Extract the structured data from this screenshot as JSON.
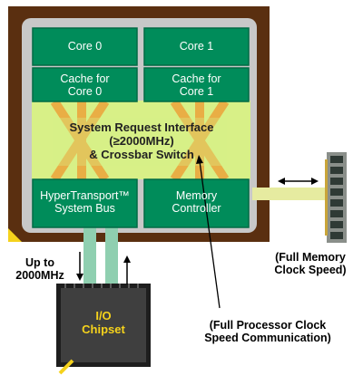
{
  "colors": {
    "package": "#5a2f10",
    "die": "#c8c8c8",
    "block": "#008c5a",
    "crossbar": "#d8f087",
    "connector_orange": "#e9ae45",
    "memory_bus": "#e6eba0",
    "ht_link": "#8fcfb0",
    "chip": "#3f3f3f",
    "chip_text": "#f5d21c",
    "pin1": "#f5d21c"
  },
  "blocks": {
    "core0": "Core 0",
    "core1": "Core 1",
    "cache0_line1": "Cache for",
    "cache0_line2": "Core 0",
    "cache1_line1": "Cache for",
    "cache1_line2": "Core 1",
    "ht_line1": "HyperTransport™",
    "ht_line2": "System Bus",
    "mem_line1": "Memory",
    "mem_line2": "Controller"
  },
  "crossbar": {
    "line1": "System Request Interface",
    "line2": "(≥2000MHz)",
    "line3": "& Crossbar Switch"
  },
  "chipset": {
    "line1": "I/O",
    "line2": "Chipset"
  },
  "annotations": {
    "ht_speed_line1": "Up to",
    "ht_speed_line2": "2000MHz",
    "memory_clock_line1": "(Full Memory",
    "memory_clock_line2": "Clock Speed)",
    "processor_clock_line1": "(Full Processor Clock",
    "processor_clock_line2": "Speed Communication)"
  },
  "icons": {
    "memory_module": "ram-stick-icon",
    "io_chip": "chip-icon"
  }
}
